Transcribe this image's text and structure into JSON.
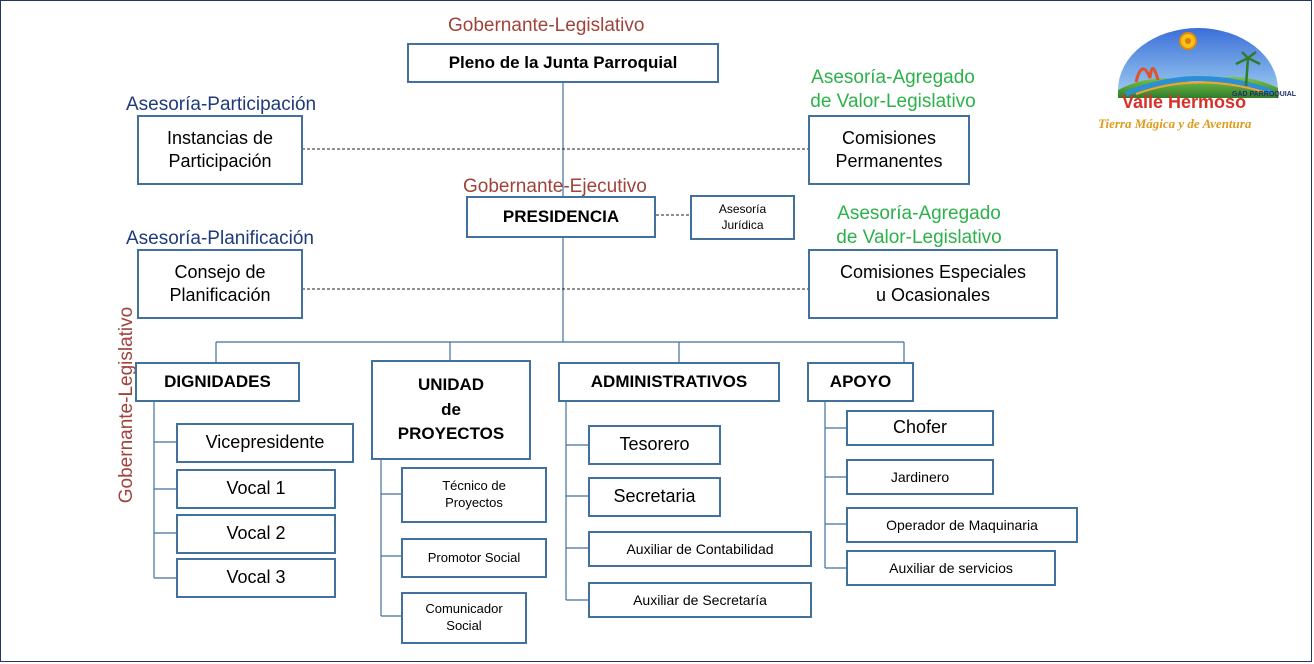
{
  "labels": {
    "top_role": "Gobernante-Legislativo",
    "participacion": "Asesoría-Participación",
    "agregado_1": "Asesoría-Agregado\nde Valor-Legislativo",
    "ejecutivo": "Gobernante-Ejecutivo",
    "planificacion": "Asesoría-Planificación",
    "agregado_2": "Asesoría-Agregado\nde Valor-Legislativo",
    "vertical_role": "Gobernante-Legislativo"
  },
  "boxes": {
    "pleno": "Pleno de la Junta Parroquial",
    "instancias": "Instancias de\nParticipación",
    "comisiones_perm": "Comisiones\nPermanentes",
    "presidencia": "PRESIDENCIA",
    "asesoria_juridica": "Asesoría\nJurídica",
    "consejo": "Consejo de\nPlanificación",
    "comisiones_esp": "Comisiones Especiales\nu Ocasionales",
    "dignidades": "DIGNIDADES",
    "unidad": "UNIDAD\nde\nPROYECTOS",
    "administrativos": "ADMINISTRATIVOS",
    "apoyo": "APOYO"
  },
  "dignidades_items": [
    "Vicepresidente",
    "Vocal 1",
    "Vocal 2",
    "Vocal 3"
  ],
  "unidad_items": [
    "Técnico de\nProyectos",
    "Promotor Social",
    "Comunicador\nSocial"
  ],
  "administrativos_items": [
    "Tesorero",
    "Secretaria",
    "Auxiliar de Contabilidad",
    "Auxiliar de Secretaría"
  ],
  "apoyo_items": [
    "Chofer",
    "Jardinero",
    "Operador de Maquinaria",
    "Auxiliar de servicios"
  ],
  "logo": {
    "name": "Valle Hermoso",
    "gad": "GAD PARROQUIAL",
    "slogan": "Tierra Mágica y de Aventura"
  }
}
